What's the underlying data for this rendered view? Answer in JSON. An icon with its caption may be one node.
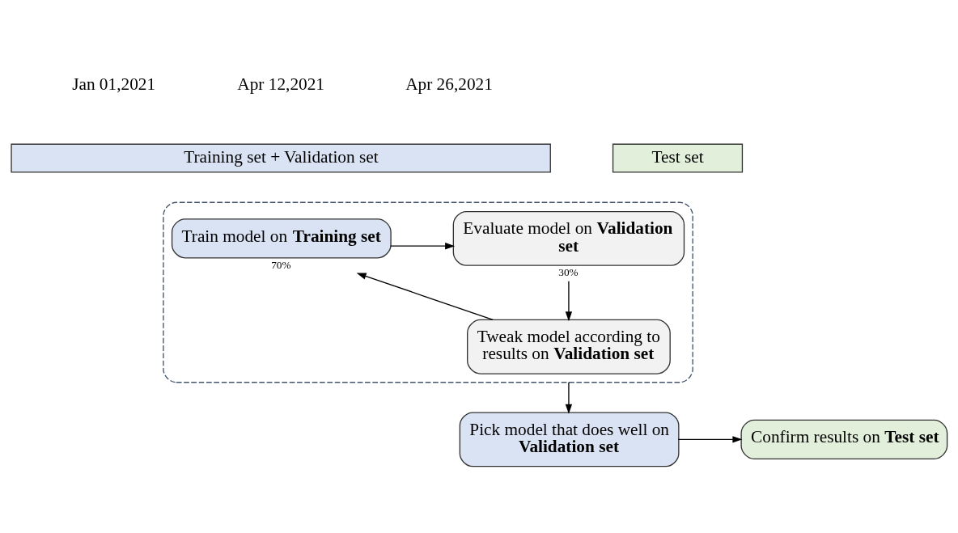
{
  "diagram": {
    "nodes": [
      {
        "text": [
          "Training set + Validation set"
        ]
      },
      {
        "text": [
          "Test set"
        ]
      },
      {
        "text": [],
        "shape": "box"
      },
      {
        "text": [
          "Train model on **Training set**"
        ],
        "beside": [
          "70%"
        ],
        "in": 2
      },
      {
        "text": [
          "Evaluate model on **Validation set**"
        ],
        "beside": [
          "30%"
        ],
        "in": 2
      },
      {
        "text": [
          "Tweak model according to results on **Validation set**"
        ],
        "in": 2
      },
      {
        "text": [
          "Pick model that does well on **Validation set**"
        ]
      },
      {
        "text": [
          "Confirm results on **Test set**"
        ]
      }
    ],
    "edges": [
      {
        "from": 3,
        "to": 4,
        "arrow": "to"
      },
      {
        "from": 4,
        "to": 5,
        "arrow": "to"
      },
      {
        "from": 5,
        "to": 3,
        "arrow": "to"
      },
      {
        "from": 2,
        "to": 6,
        "arrow": "to"
      },
      {
        "from": 6,
        "to": 7,
        "arrow": "to"
      }
    ],
    "labels": [
      "Jan 01,2021",
      "Apr 12,2021",
      "Apr 26,2021"
    ]
  }
}
